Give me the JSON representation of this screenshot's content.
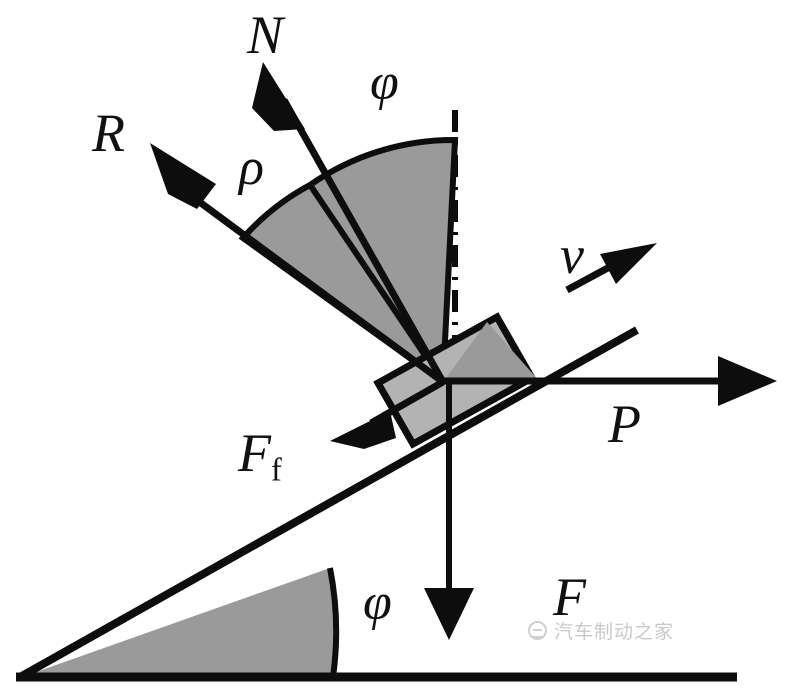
{
  "figure": {
    "kind": "free-body-force-diagram",
    "description": "Forces on a block on an inclined plane",
    "background_color": "#ffffff",
    "ink_color": "#0d0d0d",
    "wedge_fill": "#9a9a9a",
    "block_fill": "#b3b3b3"
  },
  "labels": {
    "normal_force": "N",
    "resultant_force": "R",
    "friction_force_base": "F",
    "friction_force_sub": "f",
    "weight_force": "P",
    "applied_force": "F",
    "velocity": "v",
    "friction_angle": "ρ",
    "incline_angle_top": "φ",
    "incline_angle_bottom": "φ"
  },
  "vectors": [
    {
      "name": "N",
      "label": "N",
      "meaning": "normal-force",
      "direction": "up-left-steep"
    },
    {
      "name": "R",
      "label": "R",
      "meaning": "resultant-force",
      "direction": "up-left"
    },
    {
      "name": "Ff",
      "label": "F",
      "meaning": "friction-force",
      "direction": "down-left-along-incline"
    },
    {
      "name": "P",
      "label": "P",
      "meaning": "horizontal-force",
      "direction": "right-horizontal"
    },
    {
      "name": "F",
      "label": "F",
      "meaning": "weight-force",
      "direction": "straight-down"
    },
    {
      "name": "v",
      "label": "v",
      "meaning": "velocity",
      "direction": "up-right-along-incline"
    }
  ],
  "angles": [
    {
      "name": "phi-top",
      "label": "φ",
      "between": "normal-force and vertical reference line"
    },
    {
      "name": "rho",
      "label": "ρ",
      "between": "resultant-force and normal-force"
    },
    {
      "name": "phi-bottom",
      "label": "φ",
      "between": "incline surface and ground"
    }
  ],
  "watermark": {
    "text": "汽车制动之家",
    "color": "#c9c9c9"
  }
}
